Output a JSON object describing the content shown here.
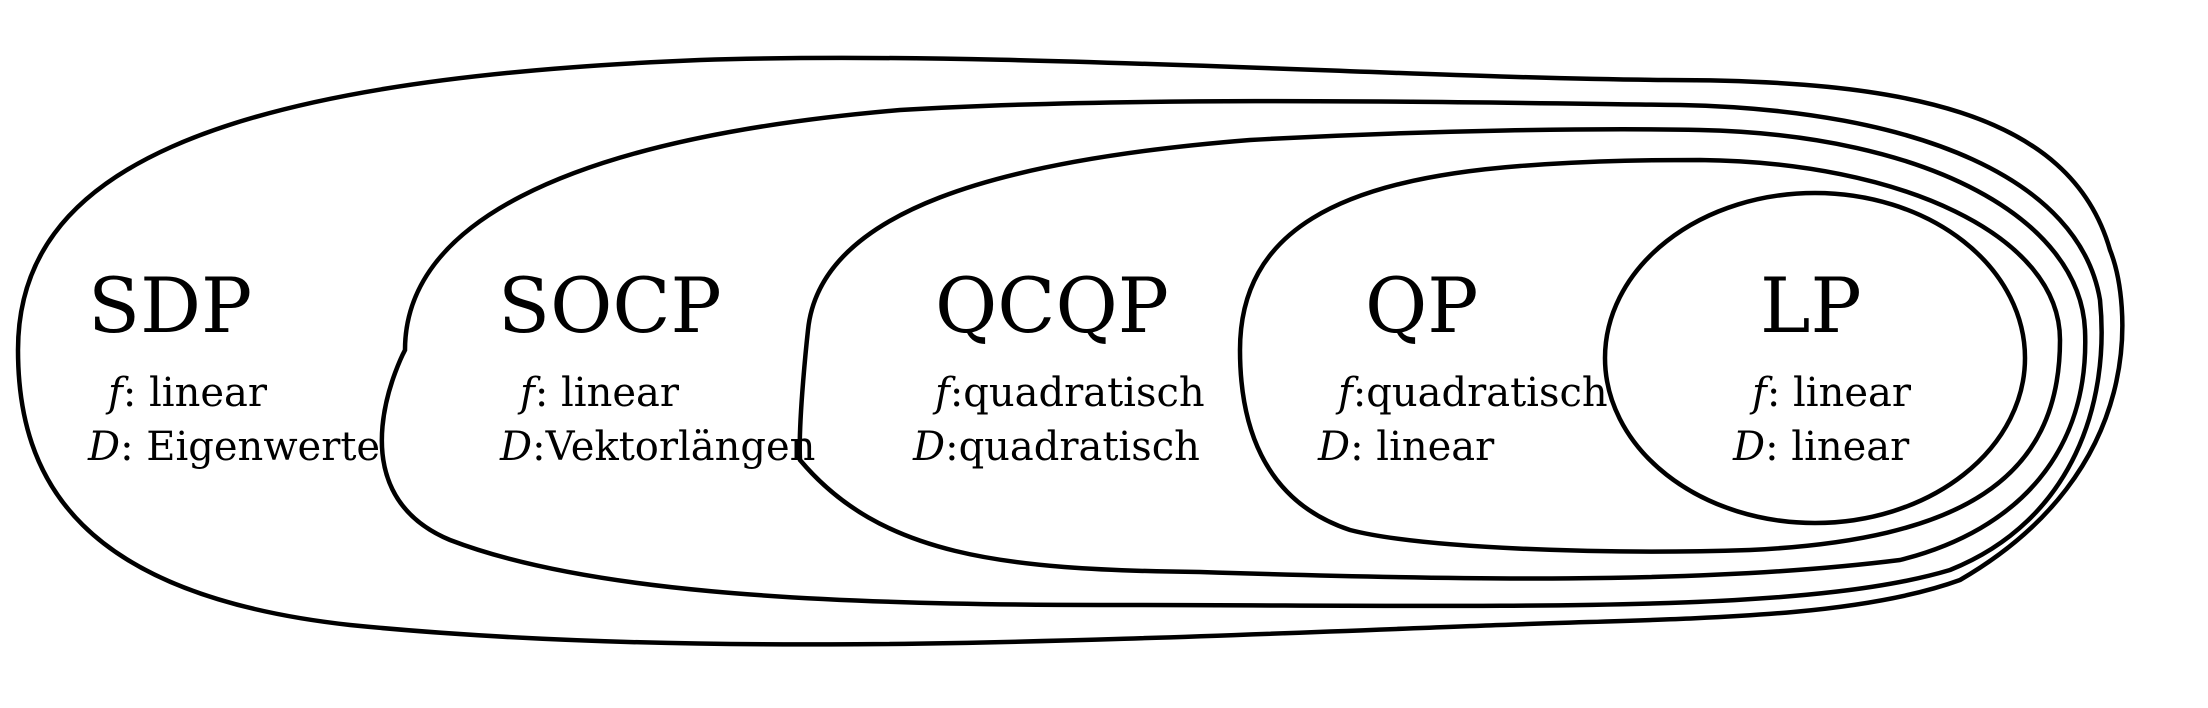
{
  "diagram": {
    "classes": [
      {
        "id": "sdp",
        "name": "SDP",
        "objective": {
          "symbol": "f",
          "sep": ": ",
          "value": "linear"
        },
        "domain": {
          "symbol": "D",
          "sep": ": ",
          "value": "Eigenwerte"
        }
      },
      {
        "id": "socp",
        "name": "SOCP",
        "objective": {
          "symbol": "f",
          "sep": ": ",
          "value": "linear"
        },
        "domain": {
          "symbol": "D",
          "sep": ":",
          "value": "Vektorlängen"
        }
      },
      {
        "id": "qcqp",
        "name": "QCQP",
        "objective": {
          "symbol": "f",
          "sep": ":",
          "value": "quadratisch"
        },
        "domain": {
          "symbol": "D",
          "sep": ":",
          "value": "quadratisch"
        }
      },
      {
        "id": "qp",
        "name": "QP",
        "objective": {
          "symbol": "f",
          "sep": ":",
          "value": "quadratisch"
        },
        "domain": {
          "symbol": "D",
          "sep": ": ",
          "value": "linear"
        }
      },
      {
        "id": "lp",
        "name": "LP",
        "objective": {
          "symbol": "f",
          "sep": ": ",
          "value": "linear"
        },
        "domain": {
          "symbol": "D",
          "sep": ": ",
          "value": "linear"
        }
      }
    ]
  }
}
